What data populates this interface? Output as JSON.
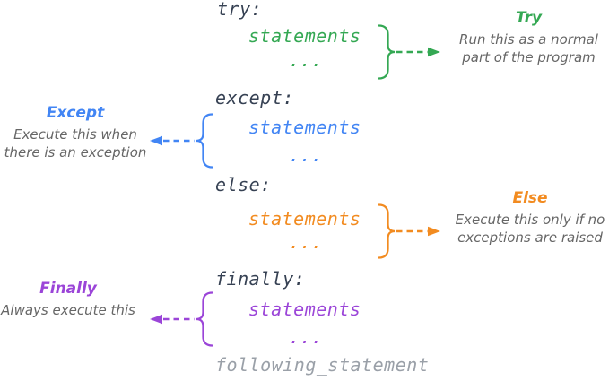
{
  "colors": {
    "code_keyword": "#364153",
    "code_following": "#9aa0a8",
    "description_text": "#666666",
    "try_green": "#34a853",
    "except_blue": "#4285f4",
    "else_orange": "#f28b20",
    "finally_purple": "#9b45d8"
  },
  "code": {
    "try_keyword": "try:",
    "try_statements": "statements",
    "try_ellipsis": "...",
    "except_keyword": "except:",
    "except_statements": "statements",
    "except_ellipsis": "...",
    "else_keyword": "else:",
    "else_statements": "statements",
    "else_ellipsis": "...",
    "finally_keyword": "finally:",
    "finally_statements": "statements",
    "finally_ellipsis": "...",
    "following_statement": "following_statement"
  },
  "annotations": {
    "try": {
      "label": "Try",
      "line1": "Run this as a normal",
      "line2": "part of the program"
    },
    "except": {
      "label": "Except",
      "line1": "Execute this when",
      "line2": "there is an exception"
    },
    "else": {
      "label": "Else",
      "line1": "Execute this only if no",
      "line2": "exceptions are raised"
    },
    "finally": {
      "label": "Finally",
      "line1": "Always execute this"
    }
  }
}
